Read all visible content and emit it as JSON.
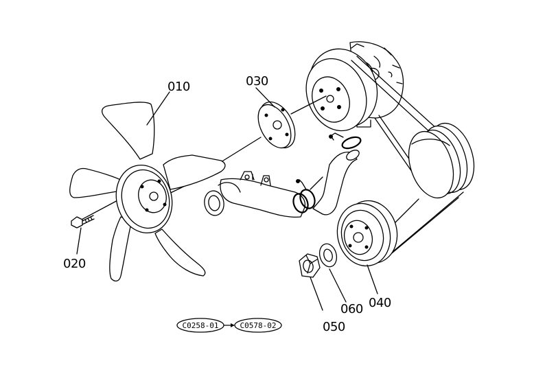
{
  "parts": [
    {
      "number": "010",
      "name": "fan-callout"
    },
    {
      "number": "020",
      "name": "bolt-callout"
    },
    {
      "number": "030",
      "name": "spacer-callout"
    },
    {
      "number": "040",
      "name": "pulley-callout"
    },
    {
      "number": "050",
      "name": "nut-callout"
    },
    {
      "number": "060",
      "name": "washer-callout"
    }
  ],
  "reference_codes": {
    "from": "C0258-01",
    "to": "C0578-02"
  }
}
